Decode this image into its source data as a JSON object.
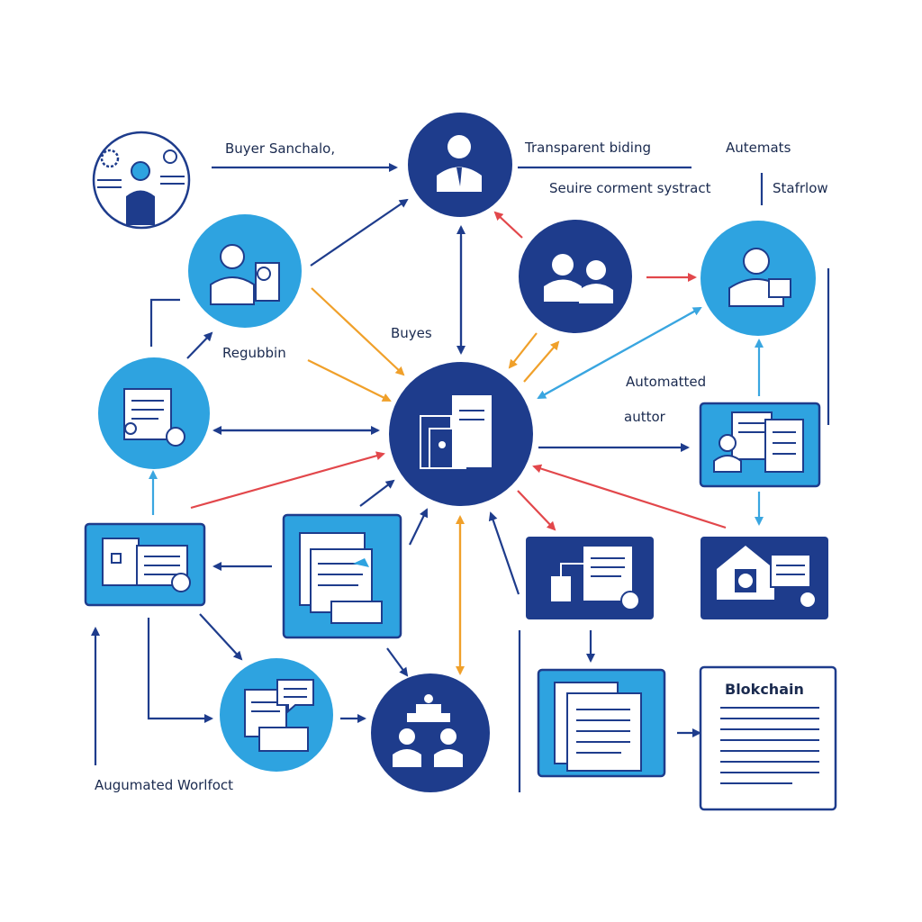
{
  "colors": {
    "navy": "#1e3c8c",
    "light_blue": "#2ea3e0",
    "orange": "#f0a02a",
    "red": "#e2474b",
    "sky_arrow": "#3aa6e0",
    "white": "#ffffff"
  },
  "labels": {
    "buyer_sanchalo": "Buyer Sanchalo,",
    "transparent_bidding": "Transparent biding",
    "automats": "Autemats",
    "secure_contract": "Seuire corment systract",
    "stafrlow": "Stafrlow",
    "buyes": "Buyes",
    "regubbin": "Regubbin",
    "automated": "Automatted",
    "auttor": "auttor",
    "augmented_workflow": "Augumated Worlfoct",
    "blockchain_title": "Blokchain"
  },
  "nodes": [
    {
      "id": "buyer-node",
      "icon": "user-with-gears-icon"
    },
    {
      "id": "top-center-node",
      "icon": "person-icon"
    },
    {
      "id": "team-node",
      "icon": "two-people-icon"
    },
    {
      "id": "top-right-node",
      "icon": "person-with-document-icon"
    },
    {
      "id": "regubbin-node",
      "icon": "two-people-icon"
    },
    {
      "id": "left-doc-node",
      "icon": "document-with-badge-icon"
    },
    {
      "id": "center-hub",
      "icon": "documents-icon"
    },
    {
      "id": "auttor-box",
      "icon": "person-with-documents-icon"
    },
    {
      "id": "left-doc-box",
      "icon": "document-with-badge-icon"
    },
    {
      "id": "middle-doc-box",
      "icon": "stacked-documents-icon"
    },
    {
      "id": "navy-doc-box",
      "icon": "document-with-badge-icon"
    },
    {
      "id": "house-box",
      "icon": "house-with-document-icon"
    },
    {
      "id": "chat-node",
      "icon": "chat-documents-icon"
    },
    {
      "id": "bottom-navy-node",
      "icon": "two-people-machine-icon"
    },
    {
      "id": "doc-box-bottom",
      "icon": "stacked-documents-icon"
    },
    {
      "id": "blockchain-card",
      "icon": "ledger-document-icon"
    }
  ]
}
